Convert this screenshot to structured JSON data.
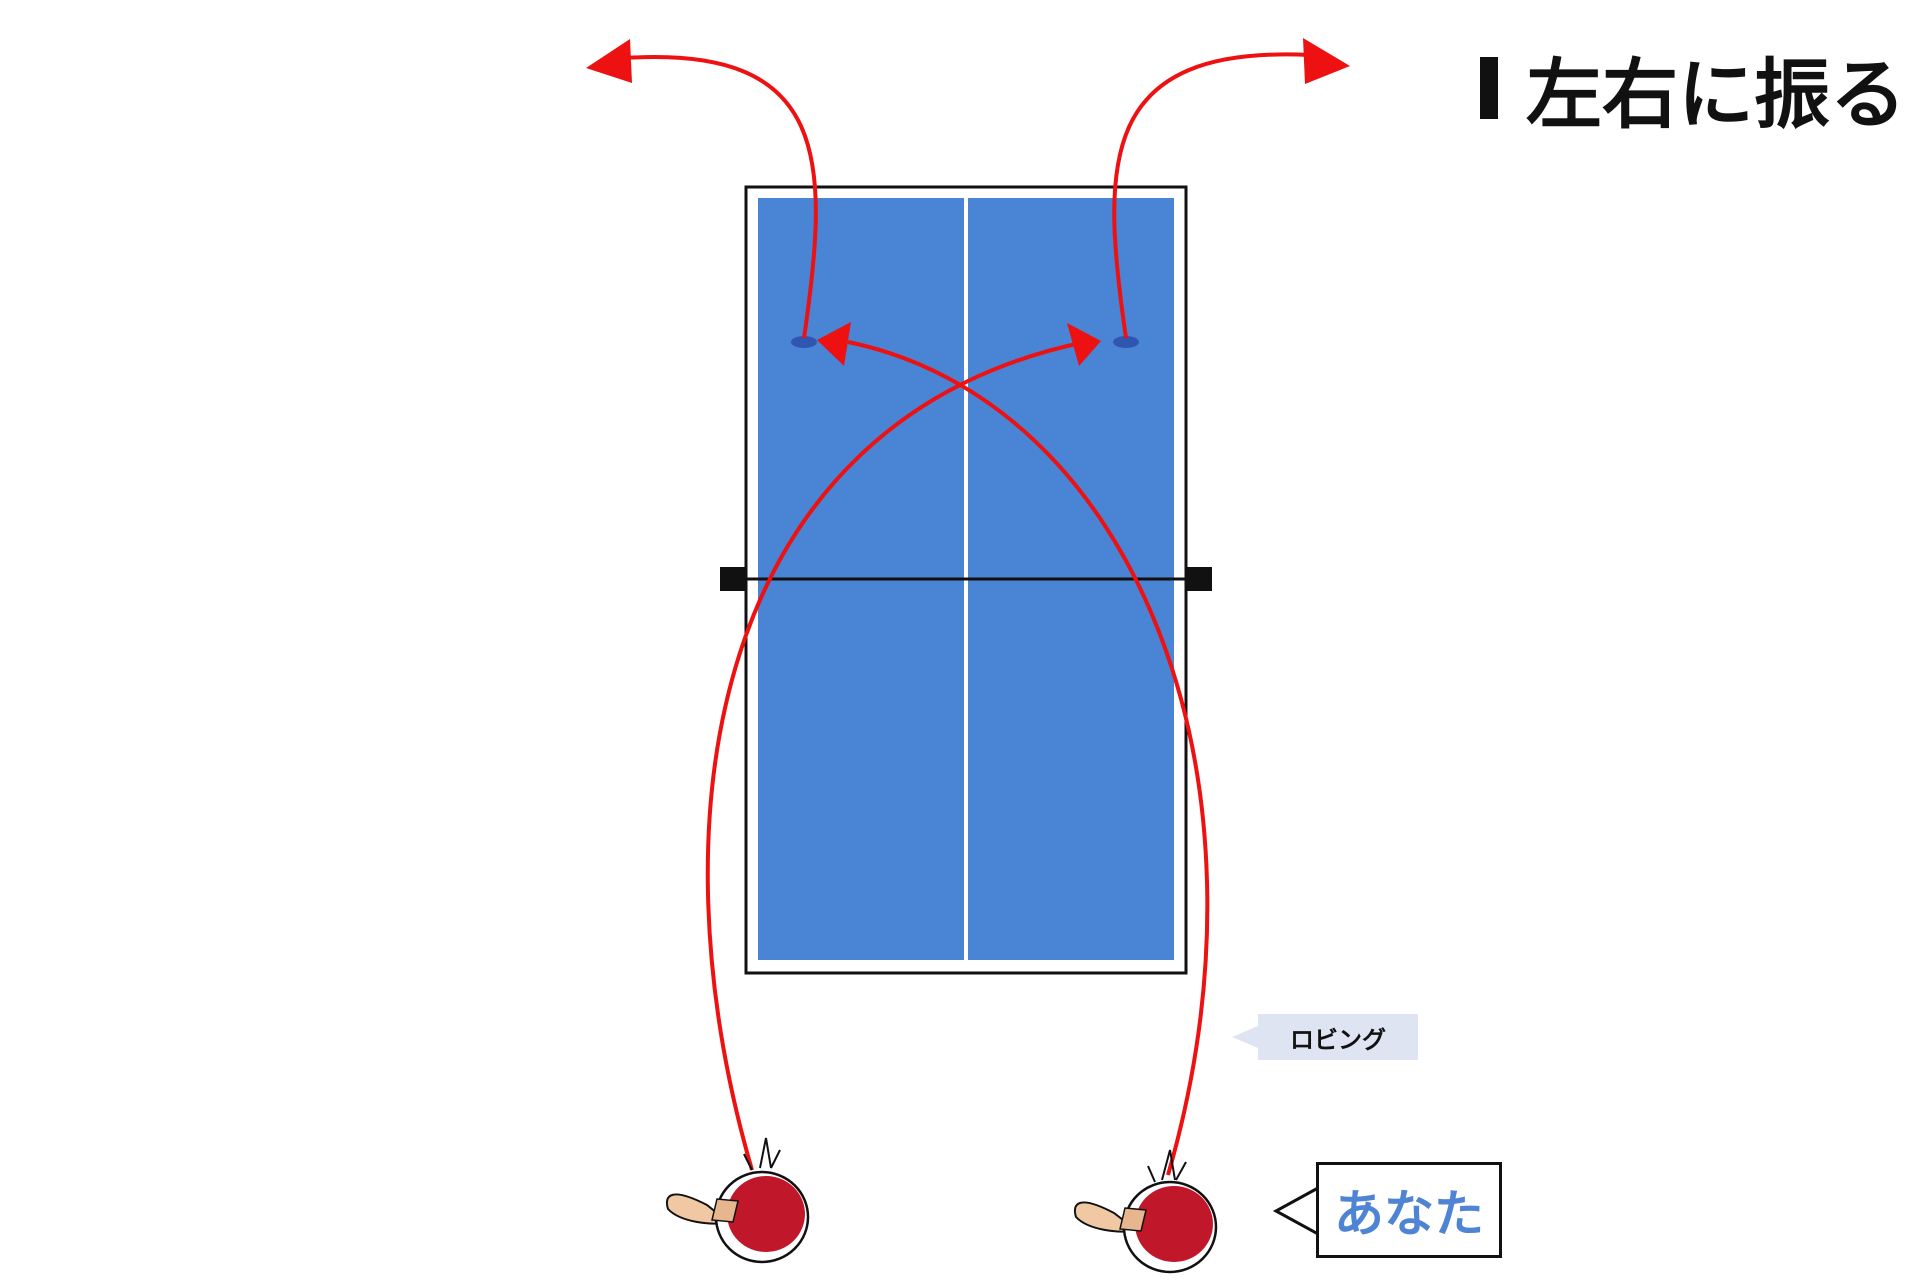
{
  "title": "左右に振る",
  "labels": {
    "lob": "ロビング",
    "you": "あなた"
  },
  "colors": {
    "table_surface": "#4a84d4",
    "table_border": "#111111",
    "table_lines": "#ffffff",
    "trajectory": "#ee1111",
    "bounce_mark": "#2f56b0",
    "paddle_rubber": "#c0182a",
    "paddle_handle": "#f0c9a4",
    "lob_tag_bg": "#dfe4f3",
    "you_label_text": "#4f84d4"
  },
  "icons": [
    "paddle-icon",
    "arrow-head-icon",
    "bounce-mark-icon"
  ]
}
